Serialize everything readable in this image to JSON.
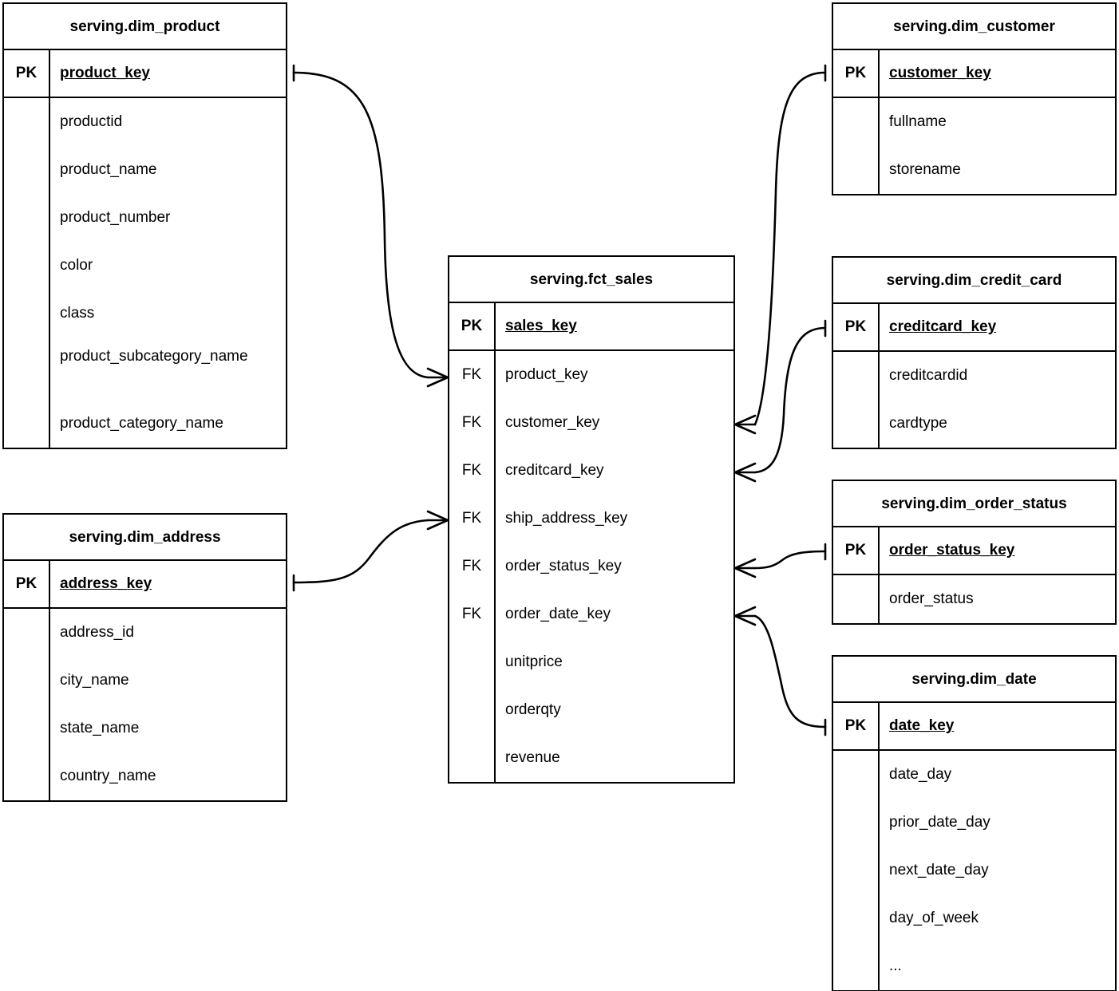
{
  "diagram": {
    "kind": "entity-relationship-diagram",
    "notation": "crows-foot",
    "background_color": "#ffffff",
    "line_color": "#000000",
    "text_color": "#000000"
  },
  "entities": {
    "dim_product": {
      "title": "serving.dim_product",
      "pk_label": "PK",
      "pk_column": "product_key",
      "attributes": [
        "productid",
        "product_name",
        "product_number",
        "color",
        "class",
        "product_subcategory_name",
        "product_category_name"
      ]
    },
    "dim_address": {
      "title": "serving.dim_address",
      "pk_label": "PK",
      "pk_column": "address_key",
      "attributes": [
        "address_id",
        "city_name",
        "state_name",
        "country_name"
      ]
    },
    "fct_sales": {
      "title": "serving.fct_sales",
      "pk_label": "PK",
      "fk_label": "FK",
      "pk_column": "sales_key",
      "foreign_keys": [
        "product_key",
        "customer_key",
        "creditcard_key",
        "ship_address_key",
        "order_status_key",
        "order_date_key"
      ],
      "measures": [
        "unitprice",
        "orderqty",
        "revenue"
      ]
    },
    "dim_customer": {
      "title": "serving.dim_customer",
      "pk_label": "PK",
      "pk_column": "customer_key",
      "attributes": [
        "fullname",
        "storename"
      ]
    },
    "dim_credit_card": {
      "title": "serving.dim_credit_card",
      "pk_label": "PK",
      "pk_column": "creditcard_key",
      "attributes": [
        "creditcardid",
        "cardtype"
      ]
    },
    "dim_order_status": {
      "title": "serving.dim_order_status",
      "pk_label": "PK",
      "pk_column": "order_status_key",
      "attributes": [
        "order_status"
      ]
    },
    "dim_date": {
      "title": "serving.dim_date",
      "pk_label": "PK",
      "pk_column": "date_key",
      "attributes": [
        "date_day",
        "prior_date_day",
        "next_date_day",
        "day_of_week",
        "..."
      ]
    }
  },
  "relationships": [
    {
      "id": "rel-product",
      "from_entity": "dim_product",
      "from_column": "product_key",
      "to_entity": "fct_sales",
      "to_column": "product_key",
      "from_cardinality": "one",
      "to_cardinality": "many"
    },
    {
      "id": "rel-address",
      "from_entity": "dim_address",
      "from_column": "address_key",
      "to_entity": "fct_sales",
      "to_column": "ship_address_key",
      "from_cardinality": "one",
      "to_cardinality": "many"
    },
    {
      "id": "rel-customer",
      "from_entity": "dim_customer",
      "from_column": "customer_key",
      "to_entity": "fct_sales",
      "to_column": "customer_key",
      "from_cardinality": "one",
      "to_cardinality": "many"
    },
    {
      "id": "rel-creditcard",
      "from_entity": "dim_credit_card",
      "from_column": "creditcard_key",
      "to_entity": "fct_sales",
      "to_column": "creditcard_key",
      "from_cardinality": "one",
      "to_cardinality": "many"
    },
    {
      "id": "rel-order-status",
      "from_entity": "dim_order_status",
      "from_column": "order_status_key",
      "to_entity": "fct_sales",
      "to_column": "order_status_key",
      "from_cardinality": "one",
      "to_cardinality": "many"
    },
    {
      "id": "rel-date",
      "from_entity": "dim_date",
      "from_column": "date_key",
      "to_entity": "fct_sales",
      "to_column": "order_date_key",
      "from_cardinality": "one",
      "to_cardinality": "many"
    }
  ]
}
